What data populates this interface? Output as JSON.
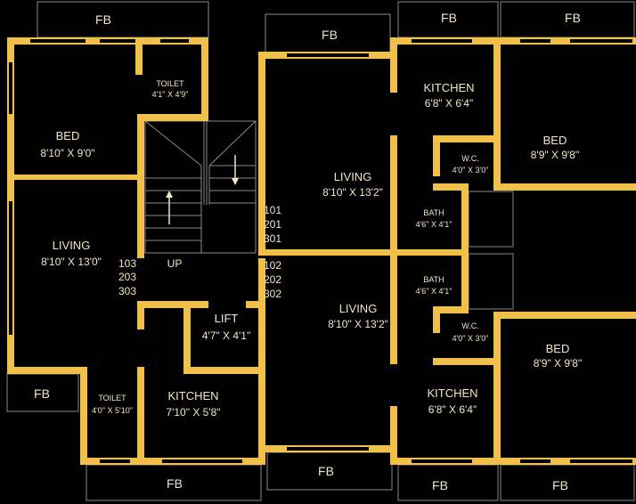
{
  "colors": {
    "background": "#000000",
    "wall": "#f0c04a",
    "thin_line": "#8a8a8a",
    "text": "#f2e6c8"
  },
  "rooms": {
    "bed_left": {
      "name": "BED",
      "size": "8'10\" X 9'0\""
    },
    "toilet_top": {
      "name": "TOILET",
      "size": "4'1\" X 4'9\""
    },
    "living_left": {
      "name": "LIVING",
      "size": "8'10\" X 13'0\""
    },
    "up": {
      "name": "UP"
    },
    "lift": {
      "name": "LIFT",
      "size": "4'7\" X 4'1\""
    },
    "toilet_bottom": {
      "name": "TOILET",
      "size": "4'0\" X 5'10\""
    },
    "kitchen_bottom_left": {
      "name": "KITCHEN",
      "size": "7'10\" X 5'8\""
    },
    "living_top_mid": {
      "name": "LIVING",
      "size": "8'10\" X 13'2\""
    },
    "living_bottom_mid": {
      "name": "LIVING",
      "size": "8'10\" X 13'2\""
    },
    "kitchen_top_right": {
      "name": "KITCHEN",
      "size": "6'8\" X 6'4\""
    },
    "bed_top_right": {
      "name": "BED",
      "size": "8'9\" X 9'8\""
    },
    "wc_top": {
      "name": "W.C.",
      "size": "4'0\" X 3'0\""
    },
    "bath_top": {
      "name": "BATH",
      "size": "4'6\" X 4'1\""
    },
    "bath_bottom": {
      "name": "BATH",
      "size": "4'6\" X 4'1\""
    },
    "wc_bottom": {
      "name": "W.C.",
      "size": "4'0\" X 3'0\""
    },
    "bed_bottom_right": {
      "name": "BED",
      "size": "8'9\" X 9'8\""
    },
    "kitchen_bottom_right": {
      "name": "KITCHEN",
      "size": "6'8\" X 6'4\""
    }
  },
  "fb_label": "FB",
  "flats": {
    "left": [
      "103",
      "203",
      "303"
    ],
    "top_right": [
      "101",
      "201",
      "301"
    ],
    "bottom_right": [
      "102",
      "202",
      "302"
    ]
  }
}
